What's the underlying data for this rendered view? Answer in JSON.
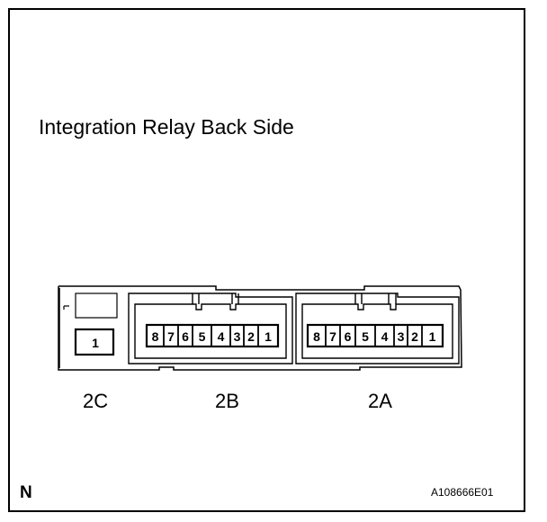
{
  "title": "Integration Relay Back Side",
  "connectors": {
    "c2C": {
      "name": "2C",
      "pins": [
        "1"
      ]
    },
    "c2B": {
      "name": "2B",
      "pins": [
        "8",
        "7",
        "6",
        "5",
        "4",
        "3",
        "2",
        "1"
      ]
    },
    "c2A": {
      "name": "2A",
      "pins": [
        "8",
        "7",
        "6",
        "5",
        "4",
        "3",
        "2",
        "1"
      ]
    }
  },
  "orientation": "N",
  "figure_code": "A108666E01"
}
